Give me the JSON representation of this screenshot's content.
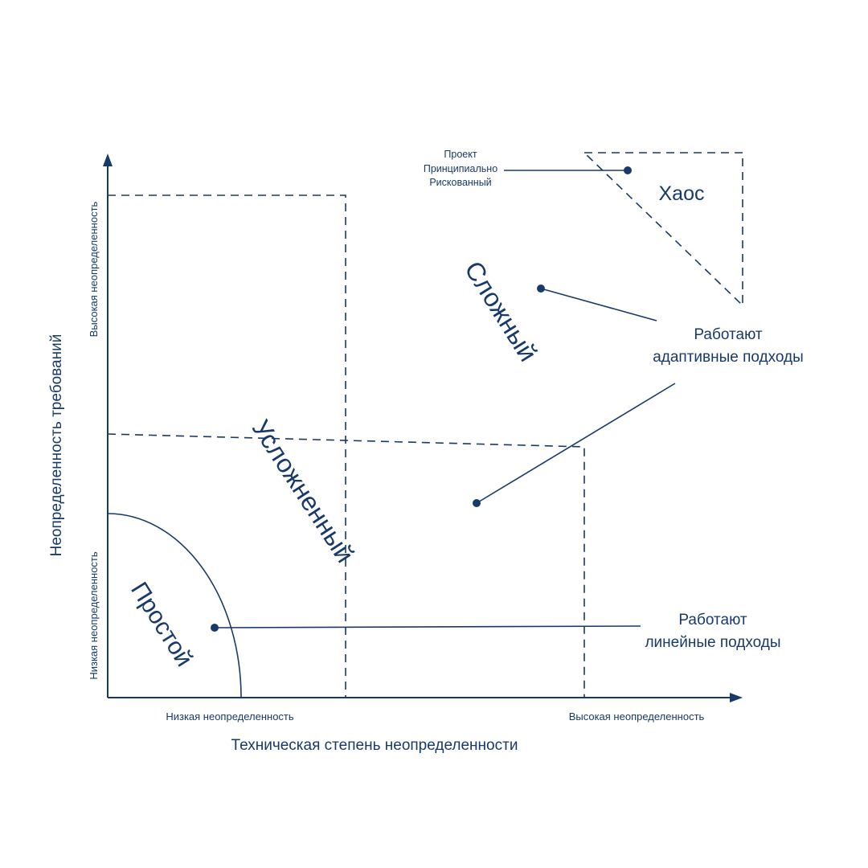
{
  "colors": {
    "ink": "#173a6a",
    "background": "#ffffff"
  },
  "axes": {
    "x_title": "Техническая степень неопределенности",
    "x_low": "Низкая неопределенность",
    "x_high": "Высокая неопределенность",
    "y_title": "Неопределенность требований",
    "y_low": "Низкая неопределенность",
    "y_high": "Высокая неопределенность"
  },
  "zones": {
    "simple": "Простой",
    "complicated": "Усложненный",
    "complex": "Сложный",
    "chaos": "Хаос"
  },
  "callouts": {
    "adaptive_line1": "Работают",
    "adaptive_line2": "адаптивные подходы",
    "linear_line1": "Работают",
    "linear_line2": "линейные подходы",
    "risky_line1": "Проект",
    "risky_line2": "Принципиально",
    "risky_line3": "Рискованный"
  }
}
